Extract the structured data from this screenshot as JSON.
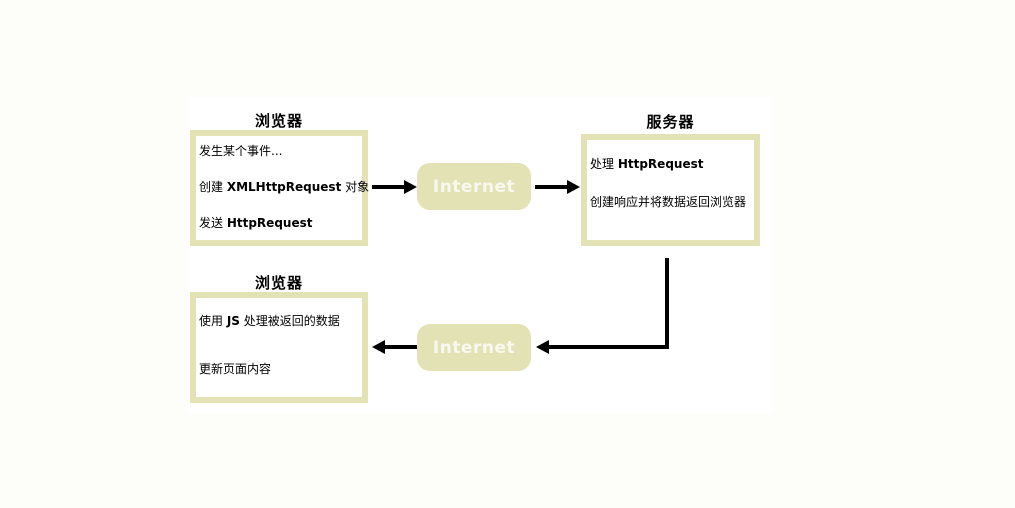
{
  "colors": {
    "khaki": "#e3e2b4",
    "arrow": "#000000",
    "internet_label": "#f8f8ee",
    "box_background": "#ffffff"
  },
  "nodes": {
    "browser_request": {
      "title": "浏览器",
      "lines": [
        [
          {
            "t": "发生某个事件...",
            "b": false
          }
        ],
        [
          {
            "t": "创建 ",
            "b": false
          },
          {
            "t": "XMLHttpRequest",
            "b": true
          },
          {
            "t": " 对象",
            "b": false
          }
        ],
        [
          {
            "t": "发送 ",
            "b": false
          },
          {
            "t": "HttpRequest",
            "b": true
          }
        ]
      ]
    },
    "internet_top": {
      "label": "Internet"
    },
    "server": {
      "title": "服务器",
      "lines": [
        [
          {
            "t": "处理 ",
            "b": false
          },
          {
            "t": "HttpRequest",
            "b": true
          }
        ],
        [
          {
            "t": "创建响应并将数据返回浏览器",
            "b": false
          }
        ]
      ]
    },
    "internet_bottom": {
      "label": "Internet"
    },
    "browser_response": {
      "title": "浏览器",
      "lines": [
        [
          {
            "t": "使用 ",
            "b": false
          },
          {
            "t": "JS",
            "b": true
          },
          {
            "t": " 处理被返回的数据",
            "b": false
          }
        ],
        [
          {
            "t": "更新页面内容",
            "b": false
          }
        ]
      ]
    }
  }
}
